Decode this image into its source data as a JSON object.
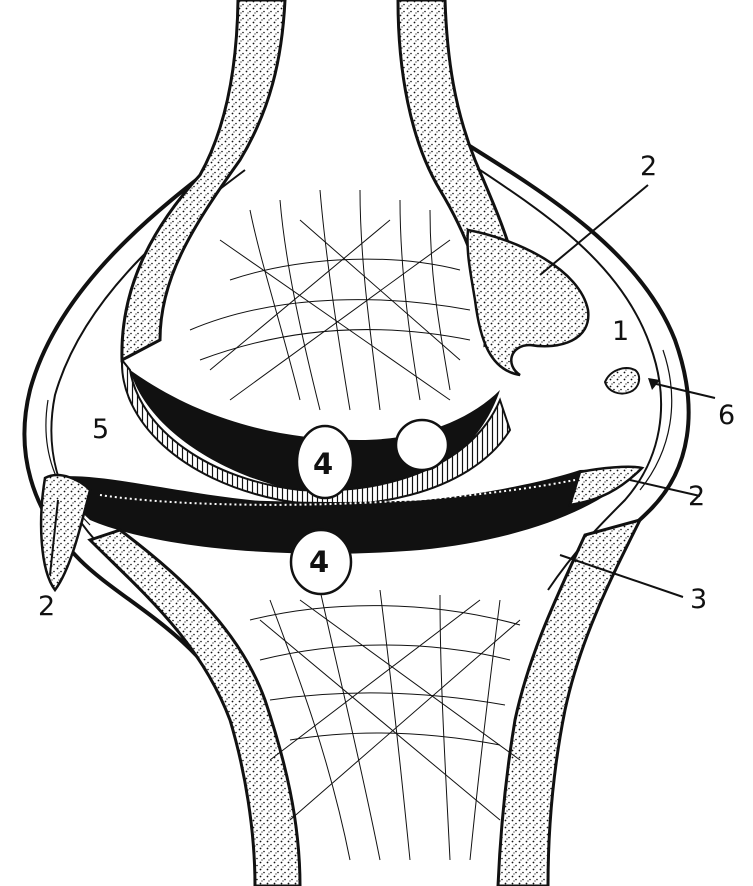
{
  "diagram": {
    "labels": {
      "l1": "1",
      "l2_top": "2",
      "l2_right": "2",
      "l2_left": "2",
      "l3": "3",
      "l4_upper": "4",
      "l4_lower": "4",
      "l5": "5",
      "l6": "6"
    },
    "colors": {
      "ink": "#111111",
      "paper": "#ffffff"
    }
  }
}
